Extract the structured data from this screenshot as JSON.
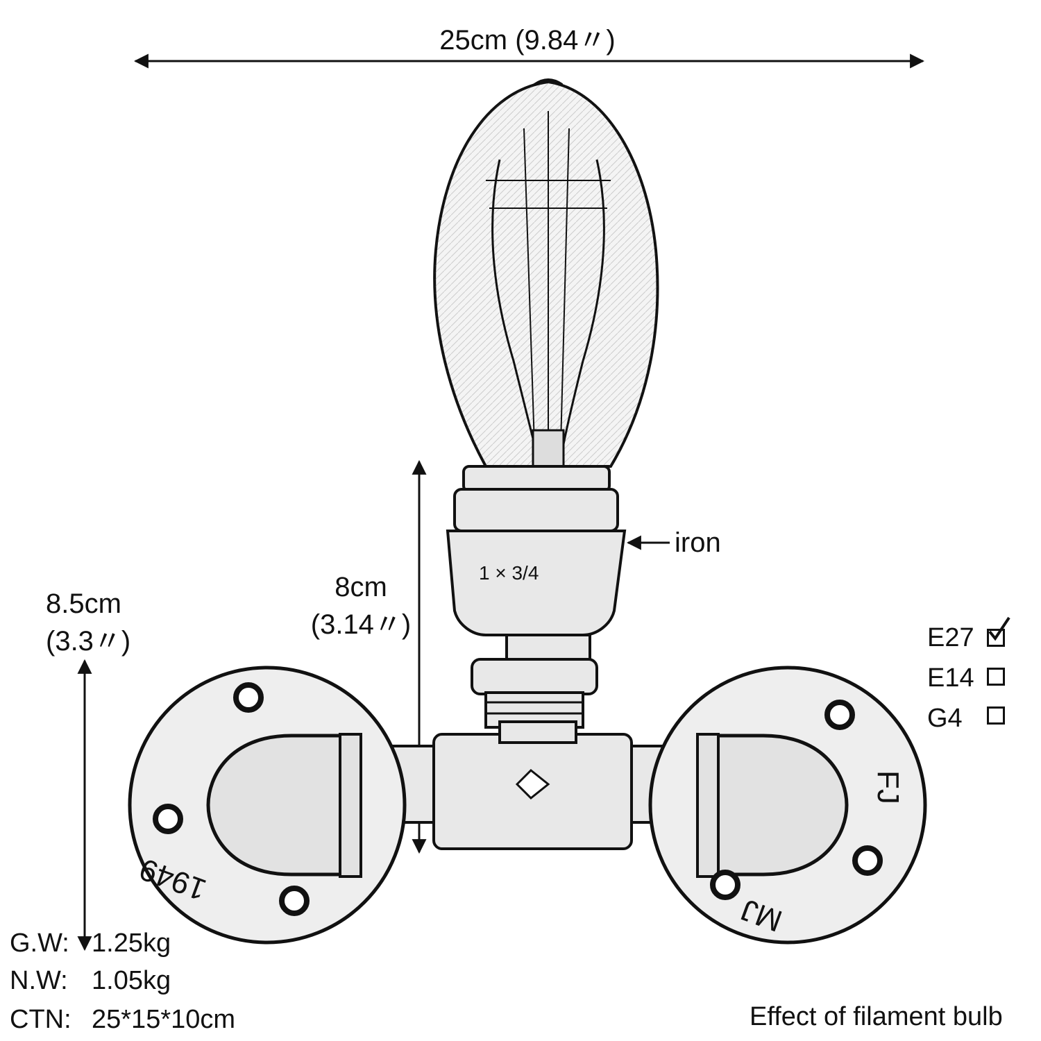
{
  "dimensions": {
    "width_total": "25cm (9.84〃)",
    "height_top_cm": "8cm",
    "height_top_in": "(3.14〃)",
    "height_side_cm": "8.5cm",
    "height_side_in": "(3.3〃)"
  },
  "material_label": "iron",
  "socket_options": [
    {
      "label": "E27",
      "checked": true
    },
    {
      "label": "E14",
      "checked": false
    },
    {
      "label": "G4",
      "checked": false
    }
  ],
  "specs": [
    {
      "key": "G.W:",
      "value": "1.25kg"
    },
    {
      "key": "N.W:",
      "value": "1.05kg"
    },
    {
      "key": "CTN:",
      "value": "25*15*10cm"
    }
  ],
  "caption": "Effect of filament bulb",
  "flange_marks": {
    "left": "1949",
    "right_top": "FJ",
    "right_bottom": "MJ"
  },
  "fitting_mark": "1 × 3/4"
}
